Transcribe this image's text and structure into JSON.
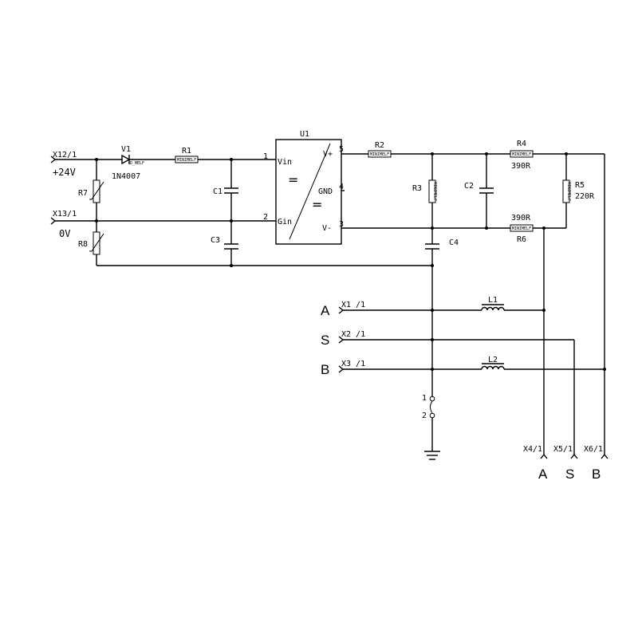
{
  "connectors": {
    "x12": "X12/1",
    "x13": "X13/1",
    "x1": "X1 /1",
    "x2": "X2 /1",
    "x3": "X3 /1",
    "x4": "X4/1",
    "x5": "X5/1",
    "x6": "X6/1"
  },
  "rails": {
    "plus24": "+24V",
    "zero": "0V"
  },
  "signals": {
    "a_left": "A",
    "s_left": "S",
    "b_left": "B",
    "a_bottom": "A",
    "s_bottom": "S",
    "b_bottom": "B"
  },
  "components": {
    "v1": {
      "ref": "V1",
      "value": "1N4007",
      "pkg": "D_MELF"
    },
    "r1": {
      "ref": "R1",
      "pkg": "MINIMELF"
    },
    "r2": {
      "ref": "R2",
      "pkg": "MINIMELF"
    },
    "r3": {
      "ref": "R3",
      "pkg": "MINIMELF"
    },
    "r4": {
      "ref": "R4",
      "value": "390R",
      "pkg": "MINIMELF"
    },
    "r5": {
      "ref": "R5",
      "value": "220R",
      "pkg": "MINIMELF"
    },
    "r6": {
      "ref": "R6",
      "value": "390R",
      "pkg": "MINIMELF"
    },
    "r7": {
      "ref": "R7"
    },
    "r8": {
      "ref": "R8"
    },
    "c1": {
      "ref": "C1"
    },
    "c2": {
      "ref": "C2"
    },
    "c3": {
      "ref": "C3"
    },
    "c4": {
      "ref": "C4"
    },
    "l1": {
      "ref": "L1"
    },
    "l2": {
      "ref": "L2"
    }
  },
  "u1": {
    "ref": "U1",
    "eq1": "=",
    "eq2": "=",
    "pins": {
      "vin": "Vin",
      "gin": "Gin",
      "vplus": "V+",
      "gnd": "GND",
      "vminus": "V-",
      "p1": "1",
      "p2": "2",
      "p5": "5",
      "p4": "4",
      "p3": "3"
    }
  },
  "jumper": {
    "pin1": "1",
    "pin2": "2"
  }
}
